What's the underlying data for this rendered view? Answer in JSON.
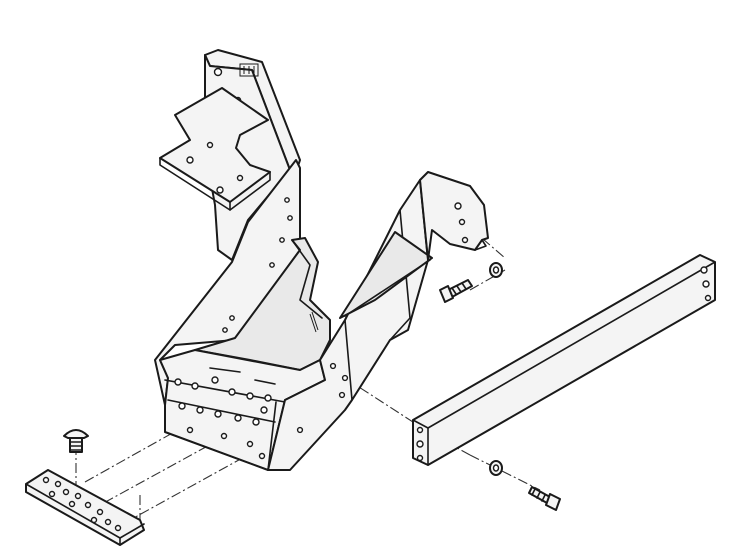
{
  "diagram": {
    "kind": "exploded-assembly-line-drawing",
    "colors": {
      "line": "#1a1a1a",
      "fill": "#f4f4f4",
      "background": "#ffffff"
    },
    "parts": [
      {
        "id": "main-bracket",
        "icon": "bracket-frame"
      },
      {
        "id": "top-mounting-plate",
        "icon": "plate"
      },
      {
        "id": "rear-flange",
        "icon": "flange"
      },
      {
        "id": "cross-strap",
        "icon": "flat-bar"
      },
      {
        "id": "backing-plate",
        "icon": "plate"
      },
      {
        "id": "carriage-bolt",
        "icon": "bolt"
      },
      {
        "id": "upper-bolt",
        "icon": "bolt"
      },
      {
        "id": "upper-washer",
        "icon": "washer"
      },
      {
        "id": "lower-bolt",
        "icon": "bolt"
      },
      {
        "id": "lower-washer",
        "icon": "washer"
      }
    ]
  }
}
